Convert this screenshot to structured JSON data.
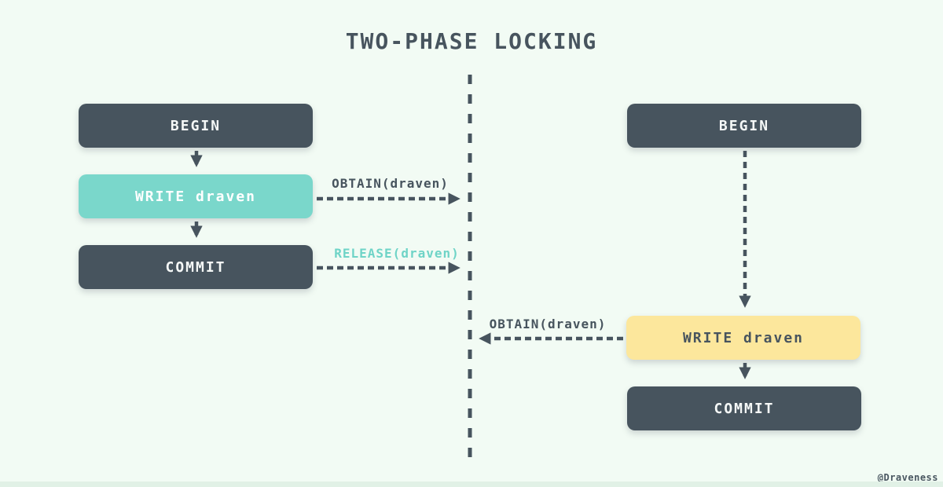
{
  "title": "TWO-PHASE LOCKING",
  "watermark": "@Draveness",
  "colors": {
    "background": "#f2fbf4",
    "box_dark": "#47545e",
    "box_teal": "#7ad7cb",
    "box_yellow": "#fce79c",
    "label_teal": "#6fd4c7",
    "text_light": "#f5f8f7",
    "bottom_band": "#e1f1e6"
  },
  "left_transaction": {
    "begin_label": "BEGIN",
    "write_label": "WRITE draven",
    "commit_label": "COMMIT",
    "obtain_label": "OBTAIN(draven)",
    "release_label": "RELEASE(draven)"
  },
  "right_transaction": {
    "begin_label": "BEGIN",
    "write_label": "WRITE draven",
    "commit_label": "COMMIT",
    "obtain_label": "OBTAIN(draven)"
  }
}
